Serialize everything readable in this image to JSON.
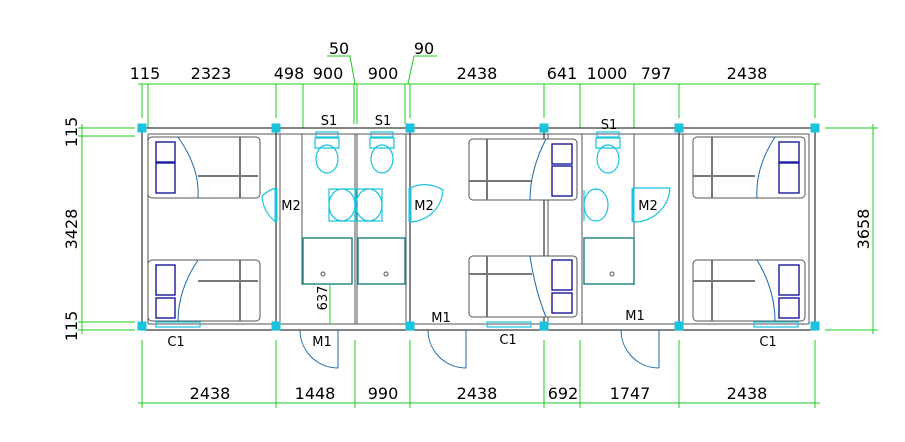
{
  "top_dimensions": [
    "115",
    "2323",
    "498",
    "900",
    "900",
    "2438",
    "641",
    "1000",
    "797",
    "2438"
  ],
  "top_callouts": [
    "50",
    "90"
  ],
  "bottom_dimensions": [
    "2438",
    "1448",
    "990",
    "2438",
    "692",
    "1747",
    "2438"
  ],
  "left_dimensions": [
    "115",
    "3428",
    "115"
  ],
  "right_dimensions": [
    "3658"
  ],
  "inner_dimension": "637",
  "fixture_labels": {
    "toilets": [
      "S1",
      "S1",
      "S1"
    ],
    "bath_doors": [
      "M2",
      "M2",
      "M2"
    ],
    "entry_doors": [
      "M1",
      "M1",
      "M1"
    ],
    "windows": [
      "C1",
      "C1",
      "C1"
    ]
  },
  "colors": {
    "dimension": "#22cc22",
    "fixture": "#19c3dd",
    "wall": "#333333",
    "pillow": "#1a1a9a"
  }
}
